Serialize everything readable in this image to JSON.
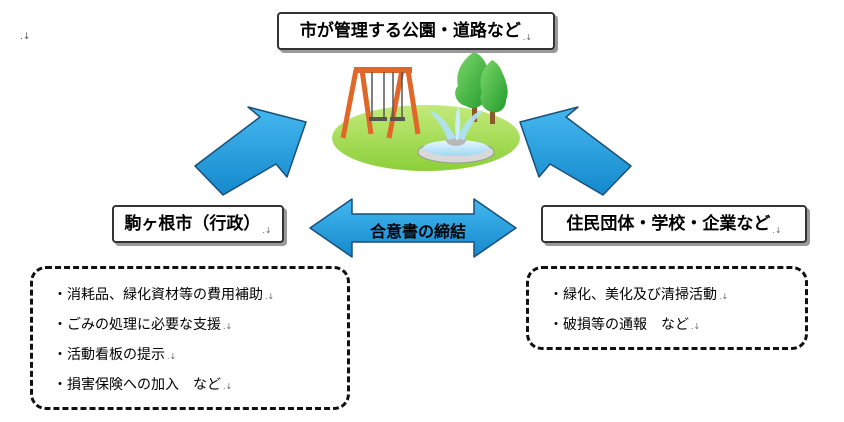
{
  "stray_mark": ".↓",
  "top_box": {
    "label": "市が管理する公園・道路など",
    "mark": ".↓"
  },
  "left_box": {
    "label": "駒ヶ根市（行政）",
    "mark": ".↓"
  },
  "right_box": {
    "label": "住民団体・学校・企業など",
    "mark": ".↓"
  },
  "agreement": {
    "label": "合意書の締結"
  },
  "left_list": {
    "items": [
      {
        "text": "・消耗品、緑化資材等の費用補助",
        "mark": ".↓"
      },
      {
        "text": "・ごみの処理に必要な支援",
        "mark": ".↓"
      },
      {
        "text": "・活動看板の提示",
        "mark": ".↓"
      },
      {
        "text": "・損害保険への加入　など",
        "mark": ".↓"
      }
    ]
  },
  "right_list": {
    "items": [
      {
        "text": "・緑化、美化及び清掃活動",
        "mark": ".↓"
      },
      {
        "text": "・破損等の通報　など",
        "mark": ".↓"
      }
    ]
  },
  "colors": {
    "arrow_blue": "#1e9fe0",
    "arrow_outline": "#1a4f7a",
    "grass": "#9ed848",
    "tree_green": "#2fae3a",
    "swing_orange": "#e0672a"
  }
}
